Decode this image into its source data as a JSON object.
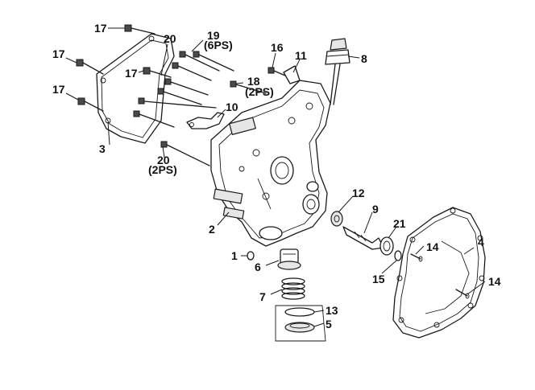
{
  "callouts": {
    "c1": "1",
    "c2": "2",
    "c3": "3",
    "c4": "4",
    "c5": "5",
    "c6": "6",
    "c7": "7",
    "c8": "8",
    "c9": "9",
    "c10": "10",
    "c11": "11",
    "c12": "12",
    "c13": "13",
    "c14a": "14",
    "c14b": "14",
    "c15": "15",
    "c16": "16",
    "c17a": "17",
    "c17b": "17",
    "c17c": "17",
    "c17d": "17",
    "c18": "18",
    "c18q": "(2PS)",
    "c19": "19",
    "c19q": "(6PS)",
    "c20a": "20",
    "c20b": "20",
    "c20bq": "(2PS)",
    "c21": "21"
  }
}
